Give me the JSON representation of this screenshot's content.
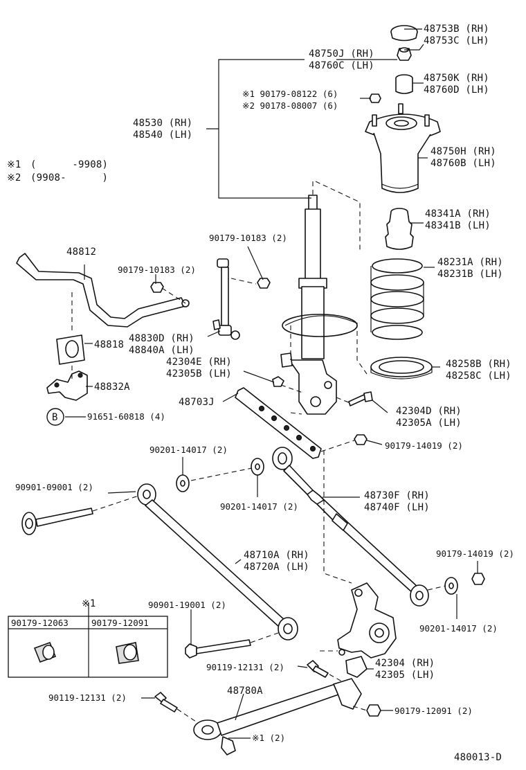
{
  "diagram_code": "480013-D",
  "notes": [
    {
      "mark": "※1",
      "value": "(      -9908)"
    },
    {
      "mark": "※2",
      "value": "(9908-      )"
    }
  ],
  "labels": {
    "top_cap": [
      "48753B (RH)",
      "48753C (LH)"
    ],
    "nut_top": [
      "48750J (RH)",
      "48760C (LH)"
    ],
    "strut": [
      "48530 (RH)",
      "48540 (LH)"
    ],
    "bushing_top": [
      "48750K (RH)",
      "48760D (LH)"
    ],
    "nuts_note": [
      "※1  90179-08122 (6)",
      "※2  90178-08007 (6)"
    ],
    "mount": [
      "48750H (RH)",
      "48760B (LH)"
    ],
    "bump_stop": [
      "48341A (RH)",
      "48341B (LH)"
    ],
    "coil_spring": [
      "48231A (RH)",
      "48231B (LH)"
    ],
    "spring_seat": [
      "48258B (RH)",
      "48258C (LH)"
    ],
    "stabilizer_bar": "48812",
    "link_nut_upper": "90179-10183 (2)",
    "link_nut_lower": "90179-10183 (2)",
    "stab_link": [
      "48830D (RH)",
      "48840A (LH)"
    ],
    "stab_bushing": "48818",
    "stab_bracket": "48832A",
    "bracket_bolt_mark": "B",
    "bracket_bolt": "91651-60818 (4)",
    "bracket_small": [
      "42304E (RH)",
      "42305B (LH)"
    ],
    "plate": "48703J",
    "strut_bolt": [
      "42304D (RH)",
      "42305A (LH)"
    ],
    "washer_upper": "90201-14017 (2)",
    "nut_arm_upper": "90179-14019 (2)",
    "arm_bolt": "90901-09001 (2)",
    "washer_mid": "90201-14017 (2)",
    "adjust_arm": [
      "48730F (RH)",
      "48740F (LH)"
    ],
    "lower_arm": [
      "48710A (RH)",
      "48720A (LH)"
    ],
    "nut_right": "90179-14019 (2)",
    "washer_right": "90201-14017 (2)",
    "bolt_19001": "90901-19001 (2)",
    "table_mark": "※1",
    "table_headers": [
      "90179-12063",
      "90179-12091"
    ],
    "bolt_12131_a": "90119-12131 (2)",
    "knuckle": [
      "42304 (RH)",
      "42305 (LH)"
    ],
    "bolt_12131_b": "90119-12131 (2)",
    "trailing_arm": "48780A",
    "nut_12091": "90179-12091 (2)",
    "trailing_note": "※1 (2)"
  }
}
